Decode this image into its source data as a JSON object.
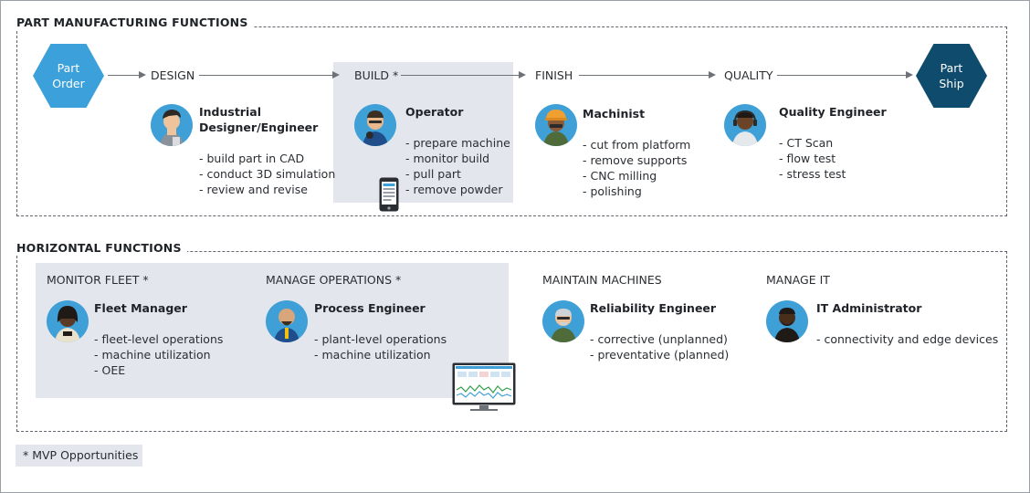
{
  "sections": {
    "part": "PART MANUFACTURING FUNCTIONS",
    "horizontal": "HORIZONTAL FUNCTIONS"
  },
  "flow": {
    "start": "Part Order",
    "end": "Part Ship",
    "start_color": "#3ca1db",
    "end_color": "#0f4b6d",
    "stages": [
      "DESIGN",
      "BUILD *",
      "FINISH",
      "QUALITY"
    ]
  },
  "part_roles": [
    {
      "role": "Industrial Designer/Engineer",
      "tasks": [
        "build part in CAD",
        "conduct 3D simulation",
        "review and revise"
      ]
    },
    {
      "role": "Operator",
      "tasks": [
        "prepare machine",
        "monitor build",
        "pull part",
        "remove powder"
      ]
    },
    {
      "role": "Machinist",
      "tasks": [
        "cut from platform",
        "remove supports",
        "CNC milling",
        "polishing"
      ]
    },
    {
      "role": "Quality Engineer",
      "tasks": [
        "CT Scan",
        "flow test",
        "stress test"
      ]
    }
  ],
  "horizontal_functions": [
    {
      "category": "MONITOR FLEET *",
      "role": "Fleet Manager",
      "tasks": [
        "fleet-level operations",
        "machine utilization",
        "OEE"
      ]
    },
    {
      "category": "MANAGE OPERATIONS *",
      "role": "Process Engineer",
      "tasks": [
        "plant-level operations",
        "machine utilization"
      ]
    },
    {
      "category": "MAINTAIN MACHINES",
      "role": "Reliability Engineer",
      "tasks": [
        "corrective (unplanned)",
        "preventative (planned)"
      ]
    },
    {
      "category": "MANAGE IT",
      "role": "IT Administrator",
      "tasks": [
        "connectivity and edge devices"
      ]
    }
  ],
  "note": "* MVP Opportunities",
  "colors": {
    "avatar_bg": "#3fa0d8",
    "shade": "#e3e7ed"
  },
  "icons": [
    "tablet-icon",
    "monitor-icon"
  ]
}
